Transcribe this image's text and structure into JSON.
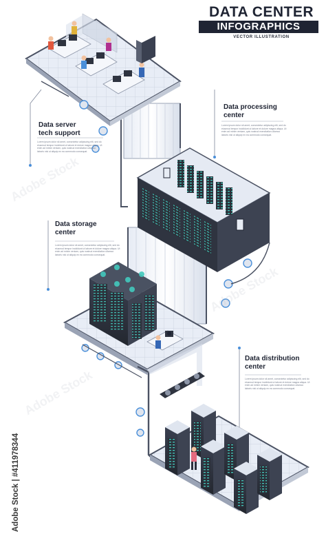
{
  "header": {
    "title": "DATA CENTER",
    "subtitle": "INFOGRAPHICS",
    "tagline": "VECTOR ILLUSTRATION"
  },
  "sections": [
    {
      "id": "tech-support",
      "title": "Data server\ntech support",
      "body": "Lorem ipsum dolor sit amet, consectetur adipiscing elit, sed do eiusmod tempor incididunt ut labore et dolore magna aliqua. Ut enim ad minim veniam, quis nostrud exercitation ullamco laboris nisi ut aliquip ex ea commodo consequat."
    },
    {
      "id": "processing",
      "title": "Data processing\ncenter",
      "body": "Lorem ipsum dolor sit amet, consectetur adipiscing elit, sed do eiusmod tempor incididunt ut labore et dolore magna aliqua. Ut enim ad minim veniam, quis nostrud exercitation ullamco laboris nisi ut aliquip ex ea commodo consequat."
    },
    {
      "id": "storage",
      "title": "Data storage\ncenter",
      "body": "Lorem ipsum dolor sit amet, consectetur adipiscing elit, sed do eiusmod tempor incididunt ut labore et dolore magna aliqua. Ut enim ad minim veniam, quis nostrud exercitation ullamco laboris nisi ut aliquip ex ea commodo consequat."
    },
    {
      "id": "distribution",
      "title": "Data distribution\ncenter",
      "body": "Lorem ipsum dolor sit amet, consectetur adipiscing elit, sed do eiusmod tempor incididunt ut labore et dolore magna aliqua. Ut enim ad minim veniam, quis nostrud exercitation ullamco laboris nisi ut aliquip ex ea commodo consequat."
    }
  ],
  "watermark": {
    "side_text": "Adobe Stock | #411978344",
    "tile_text": "Adobe Stock"
  },
  "colors": {
    "ink": "#1f2433",
    "accent_blue": "#4a8fd9",
    "platform": "#eef1f7",
    "platform_edge": "#9aa3b5",
    "server_dark": "#2f3440",
    "server_teal": "#3cc3b8"
  }
}
